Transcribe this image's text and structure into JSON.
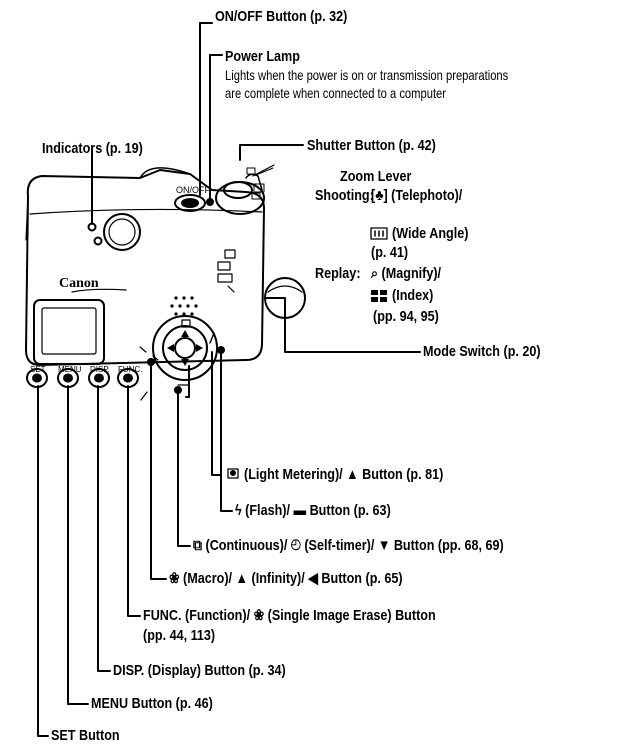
{
  "camera": {
    "brand": "Canon",
    "power_switch_label": "ON/OFF"
  },
  "buttons": {
    "set": "SET",
    "menu": "MENU",
    "disp": "DISP.",
    "func": "FUNC."
  },
  "callouts": {
    "on_off": "ON/OFF Button (p. 32)",
    "power_lamp": "Power Lamp",
    "power_lamp_desc_1": "Lights when the power is on or transmission preparations",
    "power_lamp_desc_2": "are complete when connected to a computer",
    "shutter": "Shutter Button (p. 42)",
    "indicators": "Indicators (p. 19)",
    "zoom_lever": "Zoom Lever",
    "zoom_shooting_label": "Shooting:",
    "zoom_telephoto": "[♣] (Telephoto)/",
    "zoom_wide": "(Wide Angle)",
    "zoom_shooting_page": "(p. 41)",
    "zoom_replay_label": "Replay:",
    "zoom_magnify": "⌕ (Magnify)/",
    "zoom_index": "(Index)",
    "zoom_replay_pages": "(pp. 94, 95)",
    "mode_switch": "Mode Switch (p. 20)",
    "light_metering": "(Light Metering)/ ▲ Button (p. 81)",
    "flash": "ϟ (Flash)/ ▬ Button (p. 63)",
    "continuous": "⧉ (Continuous)/ ◴ (Self-timer)/ ▼ Button (pp. 68, 69)",
    "macro": "❀ (Macro)/ ▲ (Infinity)/ ◀ Button (p. 65)",
    "func_1": "FUNC. (Function)/ ❀ (Single Image Erase) Button",
    "func_2": "(pp. 44, 113)",
    "disp": "DISP. (Display) Button (p. 34)",
    "menu": "MENU Button (p. 46)",
    "set": "SET Button"
  }
}
